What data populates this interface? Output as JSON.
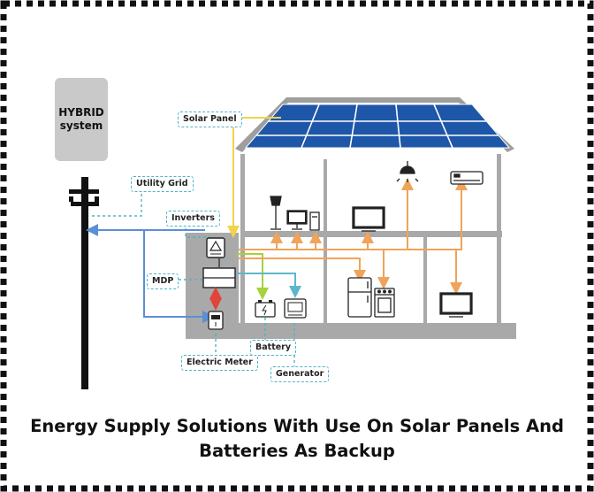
{
  "hybrid_box": {
    "line1": "HYBRID",
    "line2": "system"
  },
  "labels": {
    "solar_panel": "Solar Panel",
    "utility_grid": "Utility Grid",
    "inverters": "Inverters",
    "mdp": "MDP",
    "battery": "Battery",
    "electric_meter": "Electric Meter",
    "generator": "Generator"
  },
  "caption": {
    "line1": "Energy Supply Solutions With Use On Solar Panels And",
    "line2": "Batteries As Backup"
  },
  "colors": {
    "solar_line": "#f2d34a",
    "load_line": "#f0a35a",
    "grid_line": "#5b8fd6",
    "label_border": "#4fb3c8",
    "battery_link": "#a6d23c",
    "meter_link": "#e0443a",
    "panel_blue": "#1e56a8",
    "house_gray": "#aaaaaa"
  }
}
